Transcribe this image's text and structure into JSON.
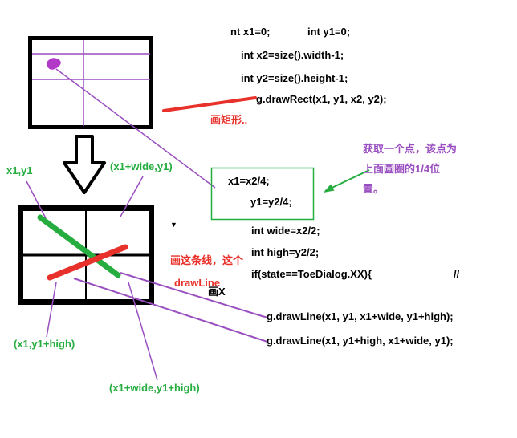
{
  "colors": {
    "black": "#000000",
    "red": "#e8312a",
    "green": "#25ad3f",
    "purple": "#9a4fc0",
    "magenta": "#b238c8"
  },
  "code_top": {
    "line1_left": "nt x1=0;",
    "line1_right": "int y1=0;",
    "line2": "int x2=size().width-1;",
    "line3": "int y2=size().height-1;",
    "line4": "g.drawRect(x1, y1, x2, y2);"
  },
  "annotations": {
    "draw_rect_note": "画矩形..",
    "purple_note_line1": "获取一个点，该点为",
    "purple_note_line2": "上面圆圈的1/4位",
    "purple_note_line3": "置。",
    "draw_line_note_line1": "画这条线，这个",
    "draw_line_note_line2": "drawLine",
    "draw_x_note": "画X",
    "triangle_marker": "▼"
  },
  "green_box": {
    "line1": "x1=x2/4;",
    "line2": "y1=y2/4;"
  },
  "code_mid": {
    "line1": "int wide=x2/2;",
    "line2": "int high=y2/2;",
    "line3": "if(state==ToeDialog.XX){",
    "line3_comment": "//"
  },
  "code_bottom": {
    "line1": "g.drawLine(x1, y1, x1+wide, y1+high);",
    "line2": "g.drawLine(x1, y1+high, x1+wide, y1);"
  },
  "corner_labels": {
    "top_left": "x1,y1",
    "top_right": "(x1+wide,y1)",
    "bottom_left": "(x1,y1+high)",
    "bottom_right": "(x1+wide,y1+high)"
  }
}
